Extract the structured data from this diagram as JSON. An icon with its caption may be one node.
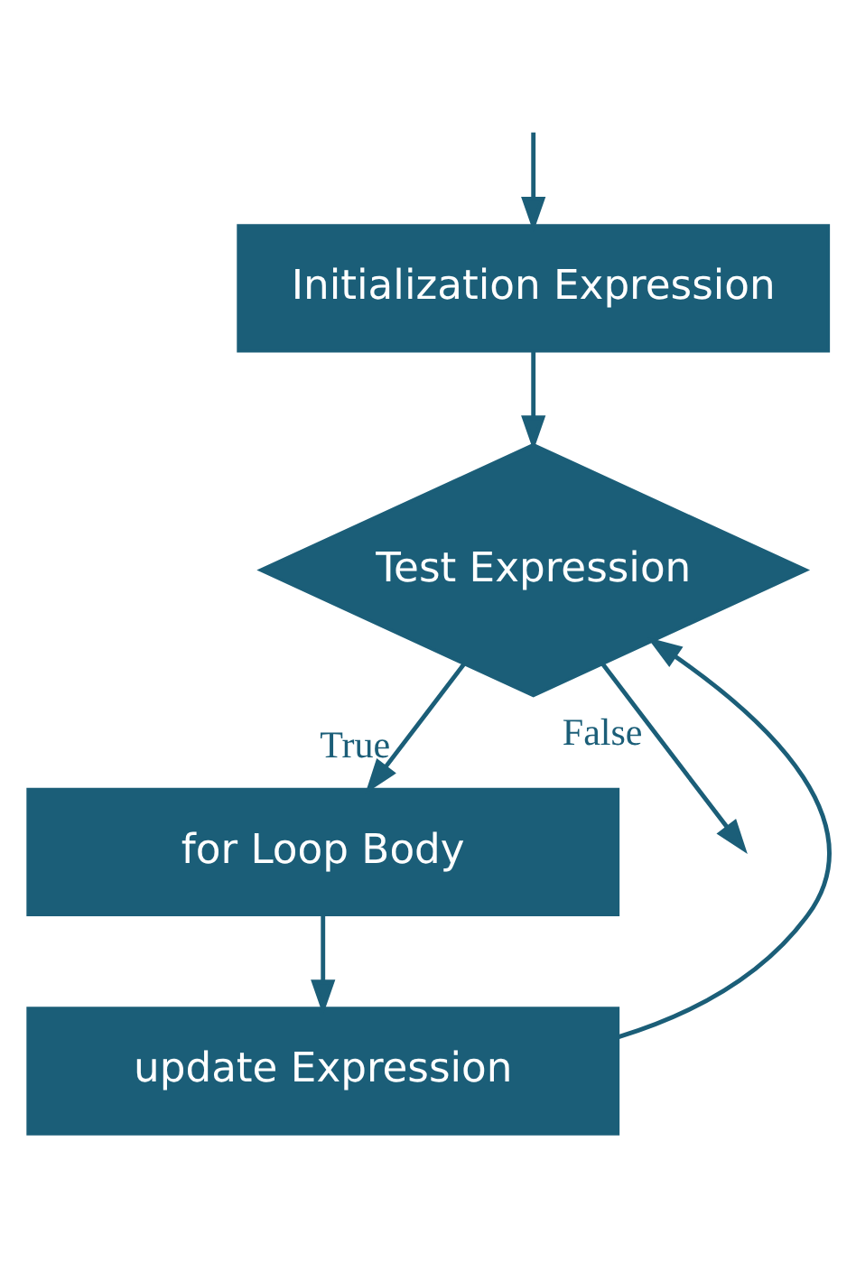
{
  "diagram": {
    "nodes": [
      {
        "text": [
          "Initialization Expression"
        ]
      },
      {
        "text": [
          "Test Expression"
        ]
      },
      {
        "text": [
          "for Loop Body"
        ]
      },
      {
        "text": [
          "update Expression"
        ]
      }
    ],
    "edges": [
      {
        "from": null,
        "to": 0,
        "arrow": "to"
      },
      {
        "from": 0,
        "to": 1,
        "arrow": "to"
      },
      {
        "from": 1,
        "to": 2,
        "arrow": "to",
        "label": "True"
      },
      {
        "from": 2,
        "to": 3,
        "arrow": "to"
      },
      {
        "from": 3,
        "to": 1,
        "arrow": "to"
      },
      {
        "from": 1,
        "to": null,
        "arrow": "to",
        "label": "False"
      }
    ]
  }
}
